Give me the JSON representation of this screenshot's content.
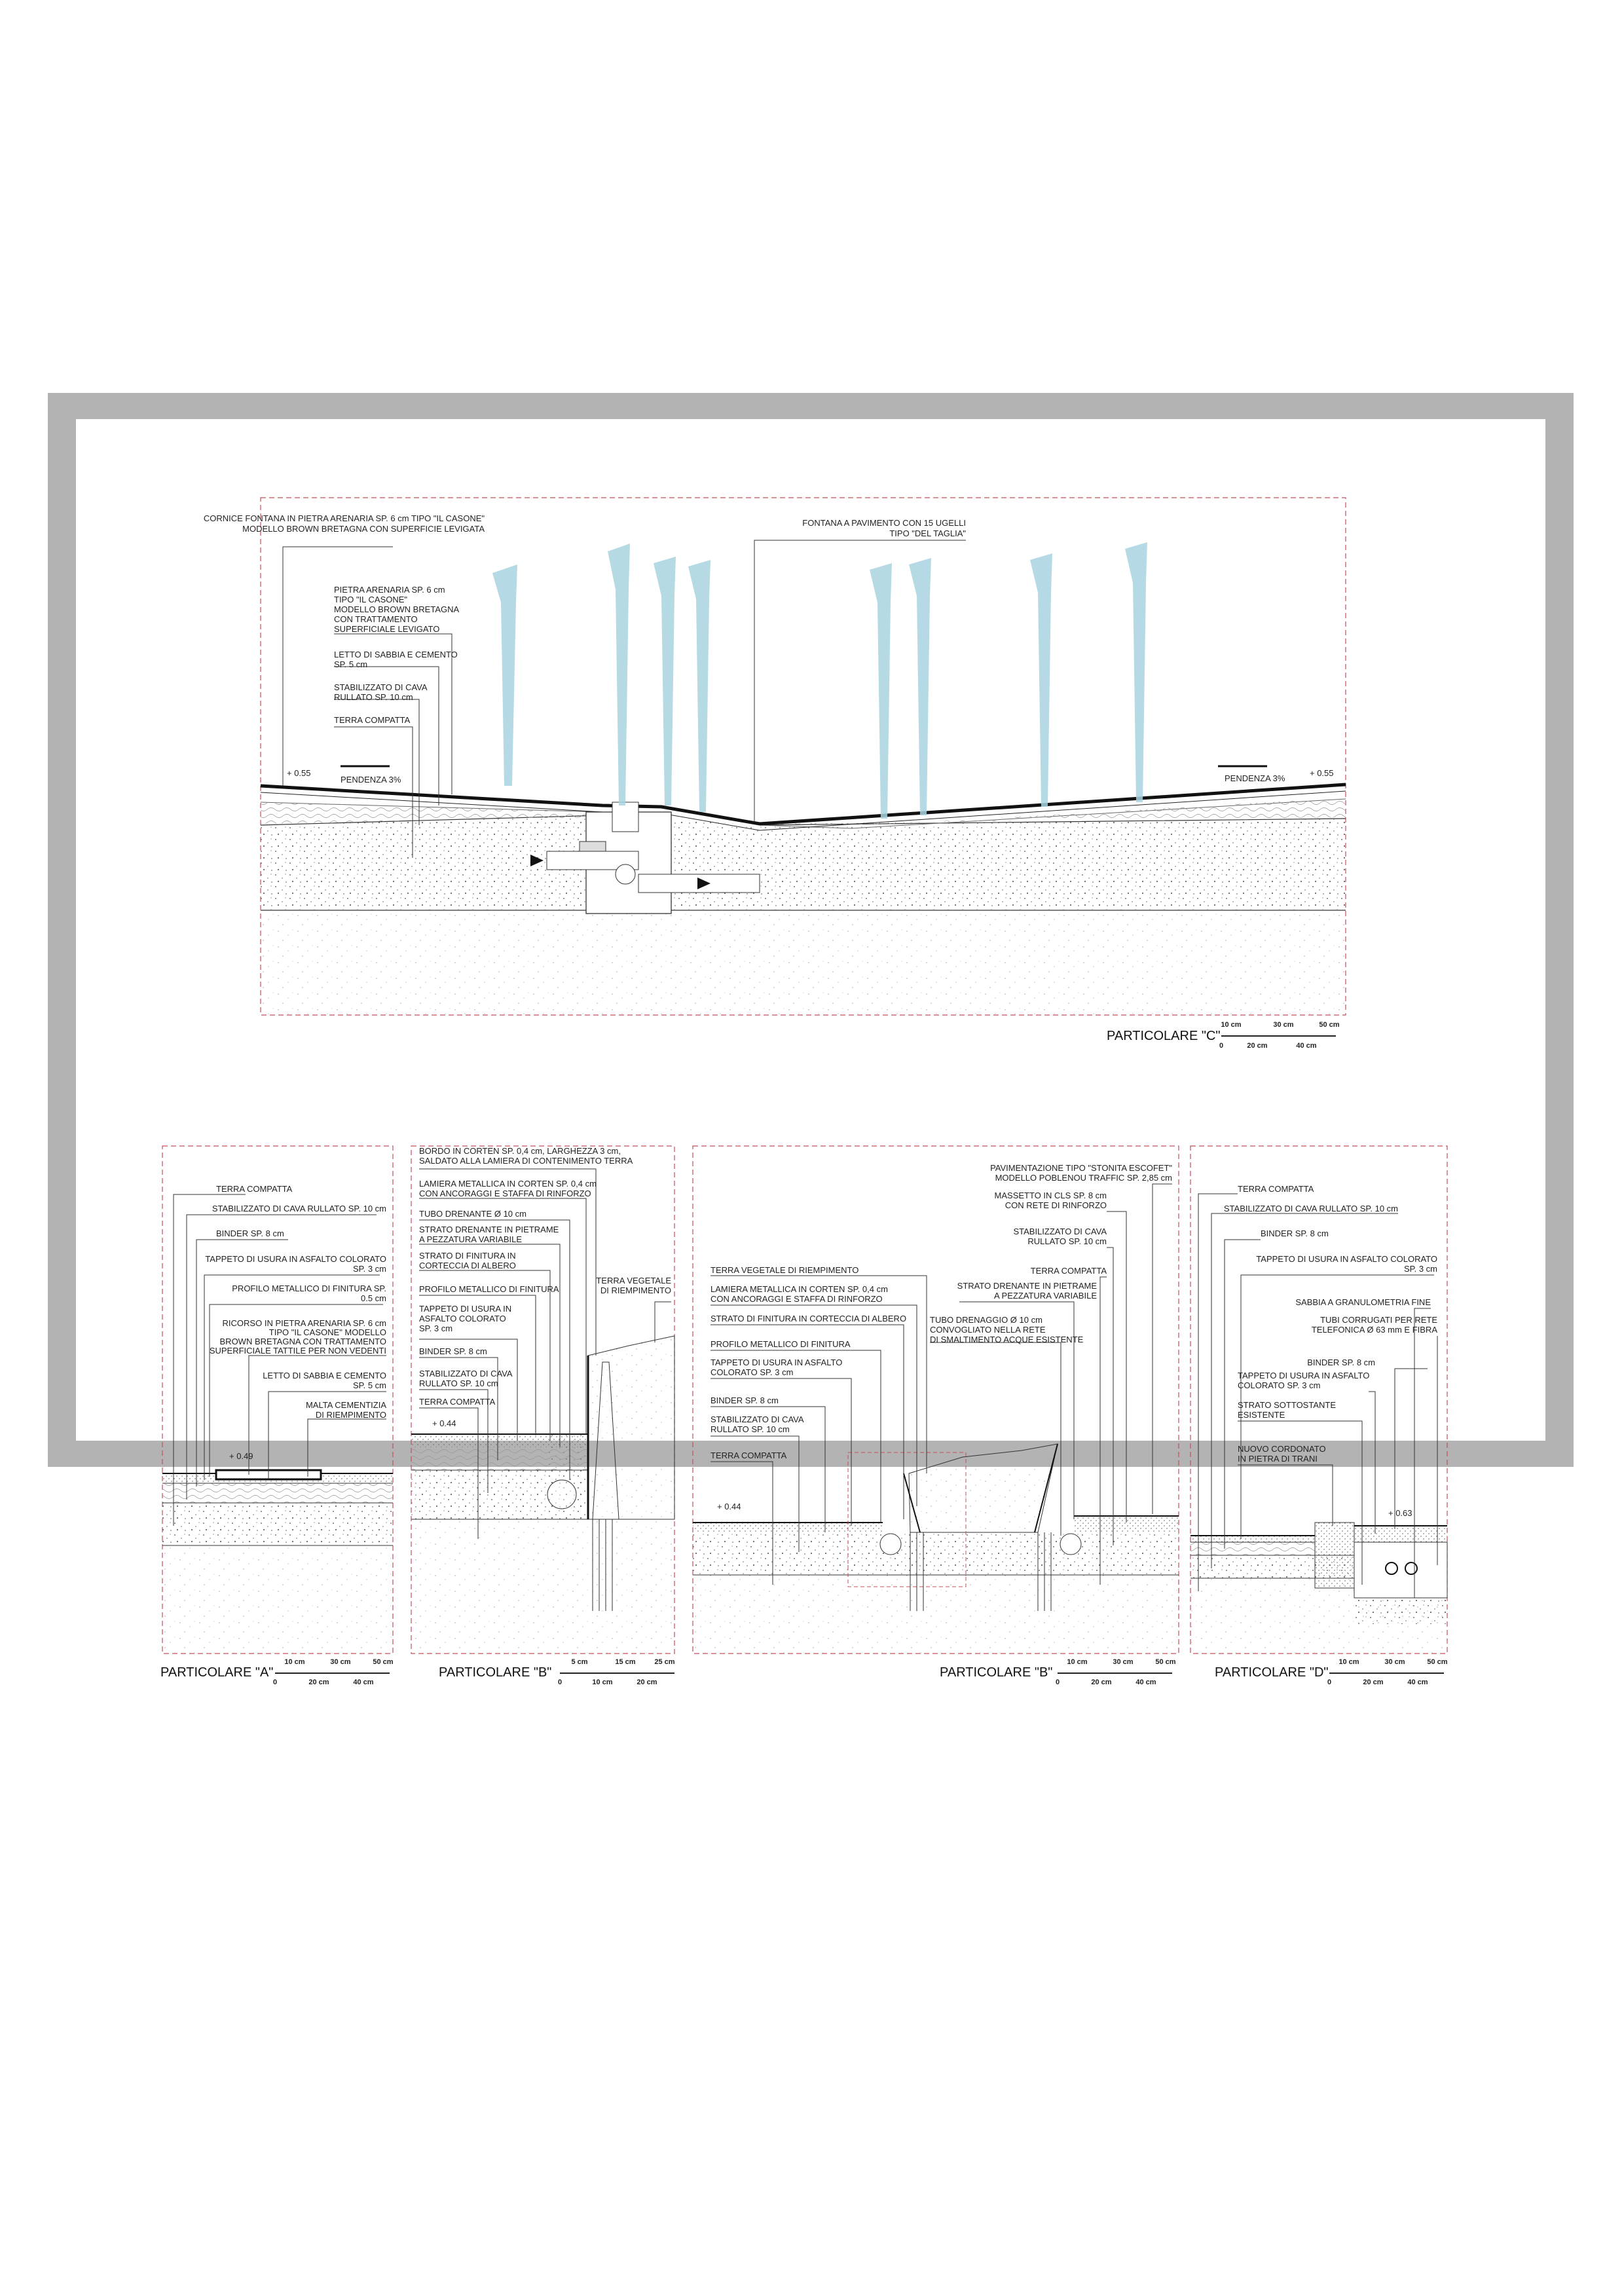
{
  "colors": {
    "frame": "#b3b3b3",
    "dash": "#c0505a",
    "water": "#a9d4e0",
    "line": "#222222"
  },
  "detailC": {
    "title": "PARTICOLARE \"C\"",
    "labels_left": [
      [
        "CORNICE FONTANA IN PIETRA ARENARIA  SP. 6 cm TIPO \"IL CASONE\"",
        "MODELLO BROWN BRETAGNA CON SUPERFICIE LEVIGATA"
      ],
      [
        "PIETRA ARENARIA SP. 6 cm",
        "TIPO \"IL CASONE\"",
        "MODELLO BROWN BRETAGNA",
        "CON TRATTAMENTO",
        "SUPERFICIALE LEVIGATO"
      ],
      [
        "LETTO DI SABBIA  E CEMENTO",
        "SP. 5 cm"
      ],
      [
        "STABILIZZATO DI CAVA",
        "RULLATO SP. 10 cm"
      ],
      [
        "TERRA COMPATTA"
      ]
    ],
    "label_right": [
      "FONTANA A PAVIMENTO CON 15 UGELLI",
      "TIPO \"DEL TAGLIA\""
    ],
    "level_left": "+ 0.55",
    "level_right": "+ 0.55",
    "slope_left": "PENDENZA 3%",
    "slope_right": "PENDENZA 3%",
    "scale_top": [
      "10 cm",
      "30 cm",
      "50 cm"
    ],
    "scale_bottom": [
      "0",
      "20 cm",
      "40 cm"
    ]
  },
  "detailA": {
    "title": "PARTICOLARE \"A\"",
    "labels": [
      [
        "TERRA COMPATTA"
      ],
      [
        "STABILIZZATO DI CAVA RULLATO SP. 10 cm"
      ],
      [
        "BINDER SP. 8 cm"
      ],
      [
        "TAPPETO DI USURA IN ASFALTO COLORATO",
        "SP. 3 cm"
      ],
      [
        "PROFILO METALLICO DI FINITURA SP.",
        "0.5 cm"
      ],
      [
        "RICORSO IN PIETRA ARENARIA SP. 6 cm",
        "TIPO \"IL CASONE\" MODELLO",
        "BROWN BRETAGNA CON TRATTAMENTO",
        "SUPERFICIALE TATTILE PER NON VEDENTI"
      ],
      [
        "LETTO DI SABBIA E CEMENTO",
        "SP. 5 cm"
      ],
      [
        "MALTA CEMENTIZIA",
        "DI RIEMPIMENTO"
      ]
    ],
    "level": "+ 0.49",
    "scale_top": [
      "10 cm",
      "30 cm",
      "50 cm"
    ],
    "scale_bottom": [
      "0",
      "20 cm",
      "40 cm"
    ]
  },
  "detailB1": {
    "title": "PARTICOLARE \"B\"",
    "labels": [
      [
        "BORDO IN CORTEN SP. 0,4 cm, LARGHEZZA 3 cm,",
        "SALDATO ALLA LAMIERA DI CONTENIMENTO TERRA"
      ],
      [
        "LAMIERA METALLICA IN CORTEN SP. 0,4 cm",
        "CON ANCORAGGI E STAFFA DI RINFORZO"
      ],
      [
        "TUBO DRENANTE Ø 10 cm"
      ],
      [
        "STRATO DRENANTE IN PIETRAME",
        "A PEZZATURA VARIABILE"
      ],
      [
        "STRATO DI FINITURA IN",
        "CORTECCIA DI ALBERO"
      ],
      [
        "PROFILO METALLICO DI FINITURA"
      ],
      [
        "TAPPETO DI USURA IN",
        "ASFALTO COLORATO",
        "SP. 3 cm"
      ],
      [
        "BINDER SP. 8 cm"
      ],
      [
        "STABILIZZATO DI CAVA",
        "RULLATO SP. 10 cm"
      ],
      [
        "TERRA COMPATTA"
      ]
    ],
    "label_right": [
      "TERRA VEGETALE",
      "DI RIEMPIMENTO"
    ],
    "level": "+ 0.44",
    "scale_top": [
      "5 cm",
      "15 cm",
      "25 cm"
    ],
    "scale_bottom": [
      "0",
      "10 cm",
      "20 cm"
    ]
  },
  "detailB2": {
    "title": "PARTICOLARE \"B\"",
    "labels_left": [
      [
        "TERRA VEGETALE DI RIEMPIMENTO"
      ],
      [
        "LAMIERA METALLICA IN CORTEN SP. 0,4 cm",
        "CON ANCORAGGI E STAFFA DI RINFORZO"
      ],
      [
        "STRATO DI FINITURA IN CORTECCIA DI ALBERO"
      ],
      [
        "PROFILO METALLICO DI FINITURA"
      ],
      [
        "TAPPETO DI USURA IN ASFALTO",
        "COLORATO SP. 3 cm"
      ],
      [
        "BINDER SP. 8 cm"
      ],
      [
        "STABILIZZATO DI CAVA",
        "RULLATO SP. 10 cm"
      ],
      [
        "TERRA COMPATTA"
      ]
    ],
    "labels_right": [
      [
        "PAVIMENTAZIONE TIPO \"STONITA ESCOFET\"",
        "MODELLO POBLENOU TRAFFIC SP. 2,85 cm"
      ],
      [
        "MASSETTO IN CLS SP. 8 cm",
        "CON RETE DI RINFORZO"
      ],
      [
        "STABILIZZATO DI CAVA",
        "RULLATO SP. 10 cm"
      ],
      [
        "TERRA COMPATTA"
      ],
      [
        "STRATO DRENANTE IN PIETRAME",
        "A PEZZATURA VARIABILE"
      ],
      [
        "TUBO DRENAGGIO Ø 10 cm",
        "CONVOGLIATO NELLA RETE",
        "DI SMALTIMENTO ACQUE ESISTENTE"
      ]
    ],
    "level": "+ 0.44",
    "scale_top": [
      "10 cm",
      "30 cm",
      "50 cm"
    ],
    "scale_bottom": [
      "0",
      "20 cm",
      "40 cm"
    ]
  },
  "detailD": {
    "title": "PARTICOLARE \"D\"",
    "labels": [
      [
        "TERRA COMPATTA"
      ],
      [
        "STABILIZZATO DI CAVA RULLATO SP. 10 cm"
      ],
      [
        "BINDER SP. 8 cm"
      ],
      [
        "TAPPETO DI USURA IN ASFALTO COLORATO",
        "SP. 3 cm"
      ],
      [
        "SABBIA A GRANULOMETRIA FINE"
      ],
      [
        "TUBI CORRUGATI PER RETE",
        "TELEFONICA Ø 63 mm E FIBRA"
      ],
      [
        "BINDER SP. 8 cm"
      ],
      [
        "TAPPETO DI USURA IN ASFALTO",
        "COLORATO SP. 3 cm"
      ],
      [
        "STRATO SOTTOSTANTE",
        "ESISTENTE"
      ],
      [
        "NUOVO CORDONATO",
        "IN PIETRA DI TRANI"
      ]
    ],
    "level": "+ 0.63",
    "scale_top": [
      "10 cm",
      "30 cm",
      "50 cm"
    ],
    "scale_bottom": [
      "0",
      "20 cm",
      "40 cm"
    ]
  }
}
